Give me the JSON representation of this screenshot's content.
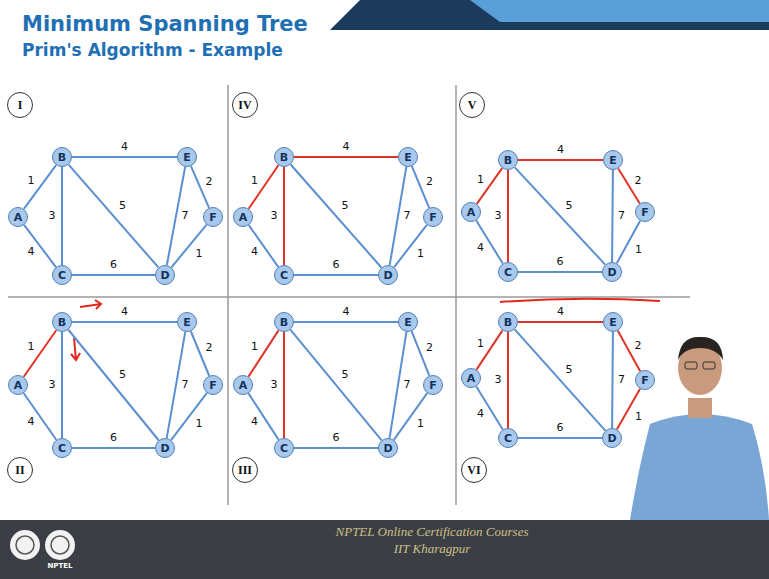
{
  "diagram": {
    "title": "Minimum Spanning Tree",
    "nodes": [
      {
        "text": [
          "I"
        ]
      },
      {
        "text": [
          "A"
        ]
      },
      {
        "text": [
          "B"
        ]
      },
      {
        "text": [
          "C"
        ]
      },
      {
        "text": [
          "D"
        ]
      },
      {
        "text": [
          "E"
        ]
      },
      {
        "text": [
          "F"
        ]
      },
      {
        "text": [
          "IV"
        ]
      },
      {
        "text": [
          "A"
        ]
      },
      {
        "text": [
          "B"
        ]
      },
      {
        "text": [
          "C"
        ]
      },
      {
        "text": [
          "D"
        ]
      },
      {
        "text": [
          "E"
        ]
      },
      {
        "text": [
          "F"
        ]
      },
      {
        "text": [
          "V"
        ]
      },
      {
        "text": [
          "A"
        ]
      },
      {
        "text": [
          "B"
        ]
      },
      {
        "text": [
          "C"
        ]
      },
      {
        "text": [
          "D"
        ]
      },
      {
        "text": [
          "E"
        ]
      },
      {
        "text": [
          "F"
        ]
      },
      {
        "text": [
          "II"
        ]
      },
      {
        "text": [
          "A"
        ]
      },
      {
        "text": [
          "B"
        ]
      },
      {
        "text": [
          "C"
        ]
      },
      {
        "text": [
          "D"
        ]
      },
      {
        "text": [
          "E"
        ]
      },
      {
        "text": [
          "F"
        ]
      },
      {
        "text": [
          "III"
        ]
      },
      {
        "text": [
          "A"
        ]
      },
      {
        "text": [
          "B"
        ]
      },
      {
        "text": [
          "C"
        ]
      },
      {
        "text": [
          "D"
        ]
      },
      {
        "text": [
          "E"
        ]
      },
      {
        "text": [
          "F"
        ]
      },
      {
        "text": [
          "VI"
        ]
      },
      {
        "text": [
          "A"
        ]
      },
      {
        "text": [
          "B"
        ]
      },
      {
        "text": [
          "C"
        ]
      },
      {
        "text": [
          "D"
        ]
      },
      {
        "text": [
          "E"
        ]
      },
      {
        "text": [
          "F"
        ]
      }
    ],
    "edges": [
      {
        "from": 1,
        "to": 2,
        "label": "1",
        "arrow": "none"
      },
      {
        "from": 1,
        "to": 3,
        "label": "4",
        "arrow": "none"
      },
      {
        "from": 2,
        "to": 3,
        "label": "3",
        "arrow": "none"
      },
      {
        "from": 2,
        "to": 5,
        "label": "4",
        "arrow": "none"
      },
      {
        "from": 2,
        "to": 4,
        "label": "5",
        "arrow": "none"
      },
      {
        "from": 3,
        "to": 4,
        "label": "6",
        "arrow": "none"
      },
      {
        "from": 5,
        "to": 6,
        "label": "2",
        "arrow": "none"
      },
      {
        "from": 5,
        "to": 4,
        "label": "7",
        "arrow": "none"
      },
      {
        "from": 4,
        "to": 6,
        "label": "1",
        "arrow": "none"
      },
      {
        "from": 8,
        "to": 9,
        "label": "1",
        "arrow": "none"
      },
      {
        "from": 8,
        "to": 10,
        "label": "4",
        "arrow": "none"
      },
      {
        "from": 9,
        "to": 10,
        "label": "3",
        "arrow": "none"
      },
      {
        "from": 9,
        "to": 12,
        "label": "4",
        "arrow": "none"
      },
      {
        "from": 9,
        "to": 11,
        "label": "5",
        "arrow": "none"
      },
      {
        "from": 10,
        "to": 11,
        "label": "6",
        "arrow": "none"
      },
      {
        "from": 12,
        "to": 13,
        "label": "2",
        "arrow": "none"
      },
      {
        "from": 12,
        "to": 11,
        "label": "7",
        "arrow": "none"
      },
      {
        "from": 11,
        "to": 13,
        "label": "1",
        "arrow": "none"
      },
      {
        "from": 15,
        "to": 16,
        "label": "1",
        "arrow": "none"
      },
      {
        "from": 15,
        "to": 17,
        "label": "4",
        "arrow": "none"
      },
      {
        "from": 16,
        "to": 17,
        "label": "3",
        "arrow": "none"
      },
      {
        "from": 16,
        "to": 19,
        "label": "4",
        "arrow": "none"
      },
      {
        "from": 16,
        "to": 18,
        "label": "5",
        "arrow": "none"
      },
      {
        "from": 17,
        "to": 18,
        "label": "6",
        "arrow": "none"
      },
      {
        "from": 19,
        "to": 20,
        "label": "2",
        "arrow": "none"
      },
      {
        "from": 19,
        "to": 18,
        "label": "7",
        "arrow": "none"
      },
      {
        "from": 18,
        "to": 20,
        "label": "1",
        "arrow": "none"
      },
      {
        "from": 22,
        "to": 23,
        "label": "1",
        "arrow": "none"
      },
      {
        "from": 22,
        "to": 24,
        "label": "4",
        "arrow": "none"
      },
      {
        "from": 23,
        "to": 24,
        "label": "3",
        "arrow": "none"
      },
      {
        "from": 23,
        "to": 26,
        "label": "4",
        "arrow": "none"
      },
      {
        "from": 23,
        "to": 25,
        "label": "5",
        "arrow": "none"
      },
      {
        "from": 24,
        "to": 25,
        "label": "6",
        "arrow": "none"
      },
      {
        "from": 26,
        "to": 27,
        "label": "2",
        "arrow": "none"
      },
      {
        "from": 26,
        "to": 25,
        "label": "7",
        "arrow": "none"
      },
      {
        "from": 25,
        "to": 27,
        "label": "1",
        "arrow": "none"
      },
      {
        "from": 29,
        "to": 30,
        "label": "1",
        "arrow": "none"
      },
      {
        "from": 29,
        "to": 31,
        "label": "4",
        "arrow": "none"
      },
      {
        "from": 30,
        "to": 31,
        "label": "3",
        "arrow": "none"
      },
      {
        "from": 30,
        "to": 33,
        "label": "4",
        "arrow": "none"
      },
      {
        "from": 30,
        "to": 32,
        "label": "5",
        "arrow": "none"
      },
      {
        "from": 31,
        "to": 32,
        "label": "6",
        "arrow": "none"
      },
      {
        "from": 33,
        "to": 34,
        "label": "2",
        "arrow": "none"
      },
      {
        "from": 33,
        "to": 32,
        "label": "7",
        "arrow": "none"
      },
      {
        "from": 32,
        "to": 34,
        "label": "1",
        "arrow": "none"
      },
      {
        "from": 36,
        "to": 37,
        "label": "1",
        "arrow": "none"
      },
      {
        "from": 36,
        "to": 38,
        "label": "4",
        "arrow": "none"
      },
      {
        "from": 37,
        "to": 38,
        "label": "3",
        "arrow": "none"
      },
      {
        "from": 37,
        "to": 40,
        "label": "4",
        "arrow": "none"
      },
      {
        "from": 37,
        "to": 39,
        "label": "5",
        "arrow": "none"
      },
      {
        "from": 38,
        "to": 39,
        "label": "6",
        "arrow": "none"
      },
      {
        "from": 40,
        "to": 41,
        "label": "2",
        "arrow": "none"
      },
      {
        "from": 40,
        "to": 39,
        "label": "7",
        "arrow": "none"
      },
      {
        "from": 39,
        "to": 41,
        "label": "1",
        "arrow": "none"
      }
    ],
    "labels": [
      "Prim's Algorithm - Example",
      "NPTEL Online Certification Courses",
      "IIT Kharagpur",
      "NPTEL"
    ]
  }
}
